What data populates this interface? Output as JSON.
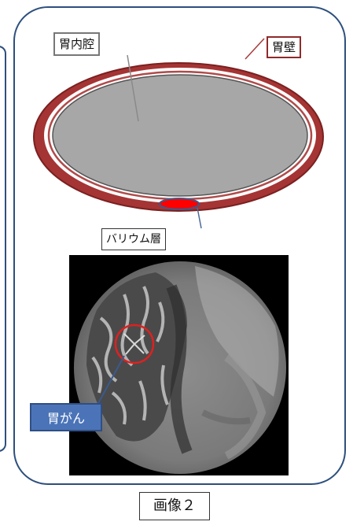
{
  "labels": {
    "lumen": "胃内腔",
    "wall": "胃壁",
    "barium": "バリウム層",
    "cancer": "胃がん"
  },
  "caption": "画像２",
  "colors": {
    "frame": "#2d4f7d",
    "wall": "#a83a3a",
    "lumen": "#a7a7a7",
    "barium": "#ff0000",
    "cancer_label": "#4b74b8",
    "highlight_circle": "#e02020"
  }
}
